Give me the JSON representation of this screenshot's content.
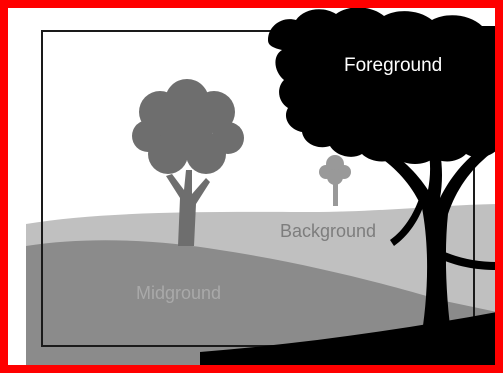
{
  "labels": {
    "foreground": "Foreground",
    "background": "Background",
    "midground": "Midground"
  },
  "colors": {
    "outer_border": "#ff0000",
    "frame_line": "#1a1a1a",
    "sky": "#ffffff",
    "background_hill": "#c0c0c0",
    "midground_hill": "#8b8b8b",
    "midground_tree": "#6e6e6e",
    "small_tree": "#999999",
    "foreground": "#000000"
  },
  "icons": {
    "midground_tree": "tree-icon",
    "small_tree": "small-tree-icon",
    "foreground_tree": "foreground-tree-icon"
  }
}
